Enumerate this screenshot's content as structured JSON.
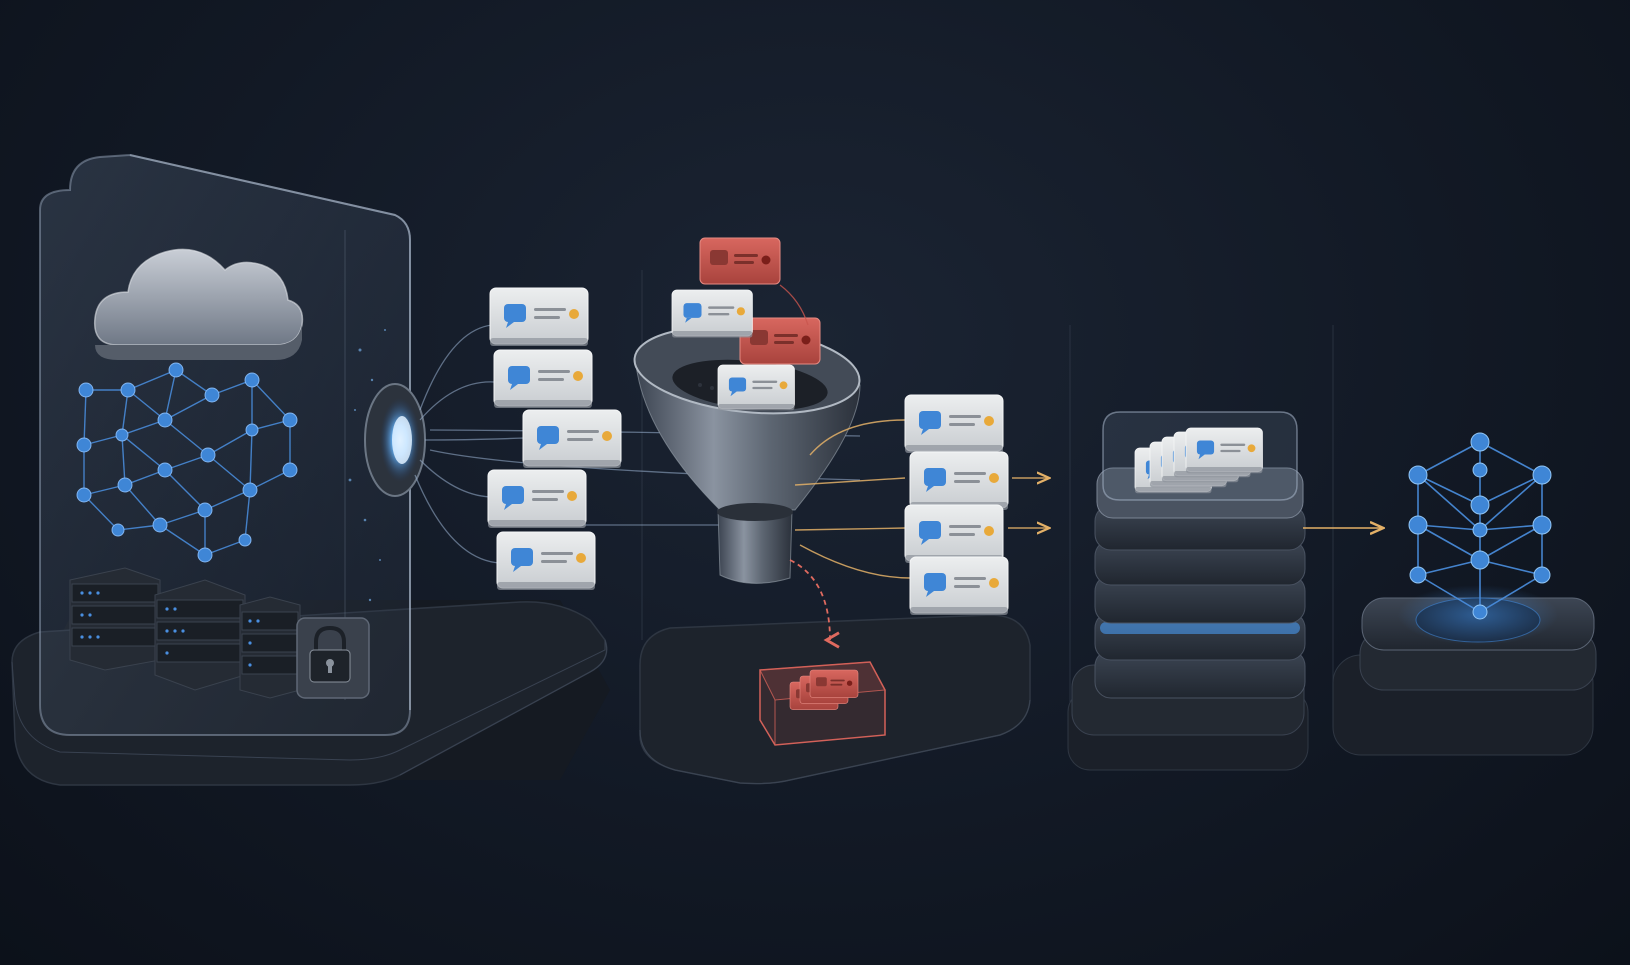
{
  "palette": {
    "background": "#121925",
    "accent_blue": "#3f86d6",
    "glow_blue": "#5fb4ff",
    "reject_red": "#c9554e",
    "flow_gold": "#e3b067",
    "card_face": "#dfe1e2",
    "card_dot": "#e8a93a",
    "platform": "#1c222c"
  },
  "diagram": {
    "stages": [
      {
        "id": "source",
        "icons": [
          "cloud-icon",
          "network-graph-icon",
          "server-rack-icon",
          "lock-icon"
        ]
      },
      {
        "id": "filter",
        "icons": [
          "funnel-icon",
          "rejected-message-bin-icon"
        ]
      },
      {
        "id": "storage",
        "icons": [
          "database-stack-icon",
          "message-card-stack-icon"
        ]
      },
      {
        "id": "model",
        "icons": [
          "crystal-graph-icon"
        ]
      }
    ],
    "accepted_message_count": 4,
    "rejected_message_count": 3
  }
}
